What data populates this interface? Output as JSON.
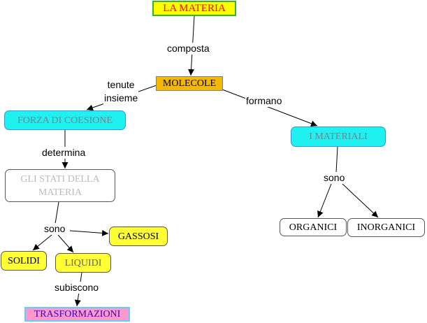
{
  "nodes": {
    "materia": "LA MATERIA",
    "molecole": "MOLECOLE",
    "forza": "FORZA DI COESIONE",
    "materiali": "I MATERIALI",
    "stati": "GLI  STATI DELLA MATERIA",
    "gassosi": "GASSOSI",
    "solidi": "SOLIDI",
    "liquidi": "LIQUIDI",
    "organici": "ORGANICI",
    "inorganici": "INORGANICI",
    "trasformazioni": "TRASFORMAZIONI"
  },
  "links": {
    "composta": "composta",
    "tenute_insieme": "tenute\ninsieme",
    "formano": "formano",
    "determina": "determina",
    "sono_stati": "sono",
    "sono_materiali": "sono",
    "subiscono": "subiscono"
  },
  "colors": {
    "cyan_node": "#1ff0f0",
    "yellow_node": "#ffff33",
    "molecole_fill": "#f5b800",
    "trasformazioni_fill": "#ff99cc",
    "title_text": "#ff0000"
  }
}
